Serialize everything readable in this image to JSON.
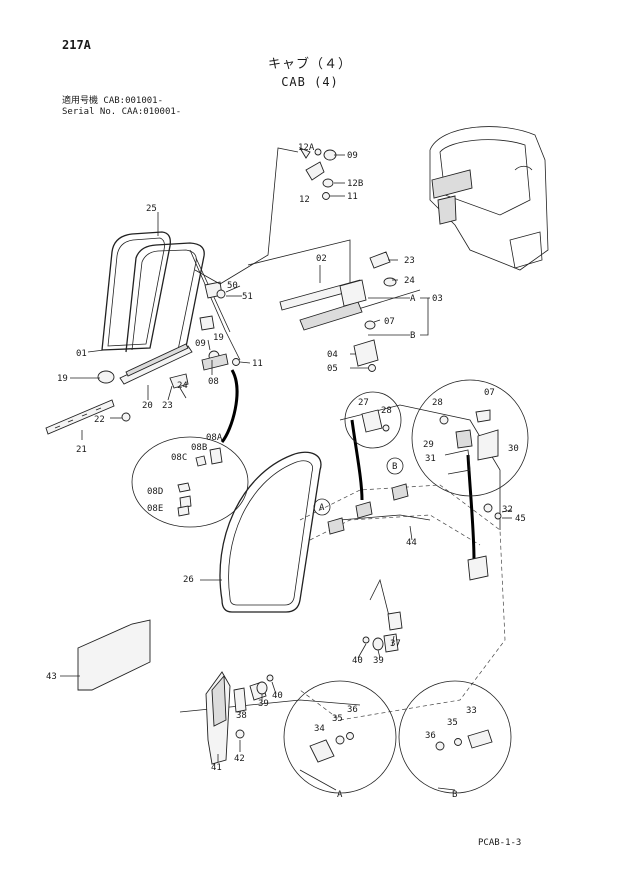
{
  "header": {
    "page_code": "217A",
    "title_jp": "キャブ（４）",
    "title_en": "CAB (4)",
    "serial_line_1": "適用号機  CAB:001001-",
    "serial_line_2": "Serial No. CAA:010001-"
  },
  "footer": {
    "page_code": "PCAB-1-3"
  },
  "callouts": {
    "p01": "01",
    "p02": "02",
    "p03": "03",
    "p04": "04",
    "p05": "05",
    "p07": "07",
    "p07b": "07",
    "p08": "08",
    "p08A": "08A",
    "p08B": "08B",
    "p08C": "08C",
    "p08D": "08D",
    "p08E": "08E",
    "p09": "09",
    "p09b": "09",
    "p11": "11",
    "p11b": "11",
    "p12": "12",
    "p12A": "12A",
    "p12B": "12B",
    "p19": "19",
    "p19b": "19",
    "p20": "20",
    "p21": "21",
    "p22": "22",
    "p23": "23",
    "p23b": "23",
    "p24": "24",
    "p24b": "24",
    "p25": "25",
    "p26": "26",
    "p27": "27",
    "p28": "28",
    "p28b": "28",
    "p29": "29",
    "p30": "30",
    "p31": "31",
    "p32": "32",
    "p33": "33",
    "p34": "34",
    "p35": "35",
    "p35b": "35",
    "p36": "36",
    "p36b": "36",
    "p37": "37",
    "p38": "38",
    "p39": "39",
    "p39b": "39",
    "p40": "40",
    "p40b": "40",
    "p41": "41",
    "p42": "42",
    "p43": "43",
    "p44": "44",
    "p45": "45",
    "p50": "50",
    "p51": "51"
  },
  "markers": {
    "refA_top": "A",
    "refB_top": "B",
    "circleA": "A",
    "circleB": "B",
    "detailA": "A",
    "detailB": "B"
  }
}
